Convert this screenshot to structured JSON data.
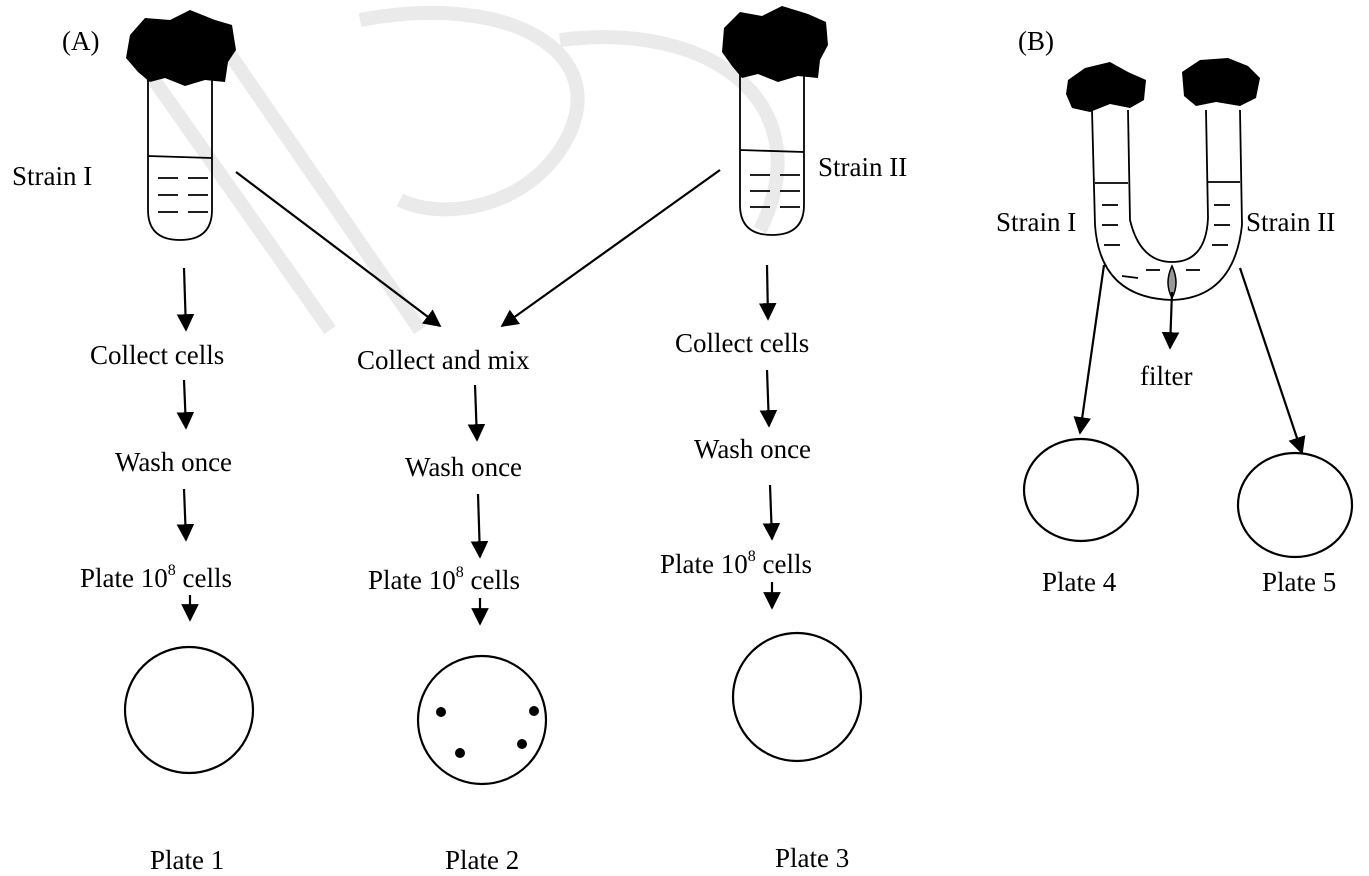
{
  "panel_a": {
    "label": "(A)",
    "strain_1": "Strain I",
    "strain_2": "Strain II",
    "left_column": {
      "step1": "Collect cells",
      "step2": "Wash once",
      "step3_prefix": "Plate 10",
      "step3_exp": "8",
      "step3_suffix": " cells",
      "plate": "Plate 1"
    },
    "middle_column": {
      "step1": "Collect and mix",
      "step2": "Wash once",
      "step3_prefix": "Plate 10",
      "step3_exp": "8",
      "step3_suffix": " cells",
      "plate": "Plate 2"
    },
    "right_column": {
      "step1": "Collect cells",
      "step2": "Wash once",
      "step3_prefix": "Plate 10",
      "step3_exp": "8",
      "step3_suffix": " cells",
      "plate": "Plate 3"
    }
  },
  "panel_b": {
    "label": "(B)",
    "strain_1": "Strain I",
    "strain_2": "Strain II",
    "filter": "filter",
    "plate_left": "Plate 4",
    "plate_right": "Plate 5"
  }
}
